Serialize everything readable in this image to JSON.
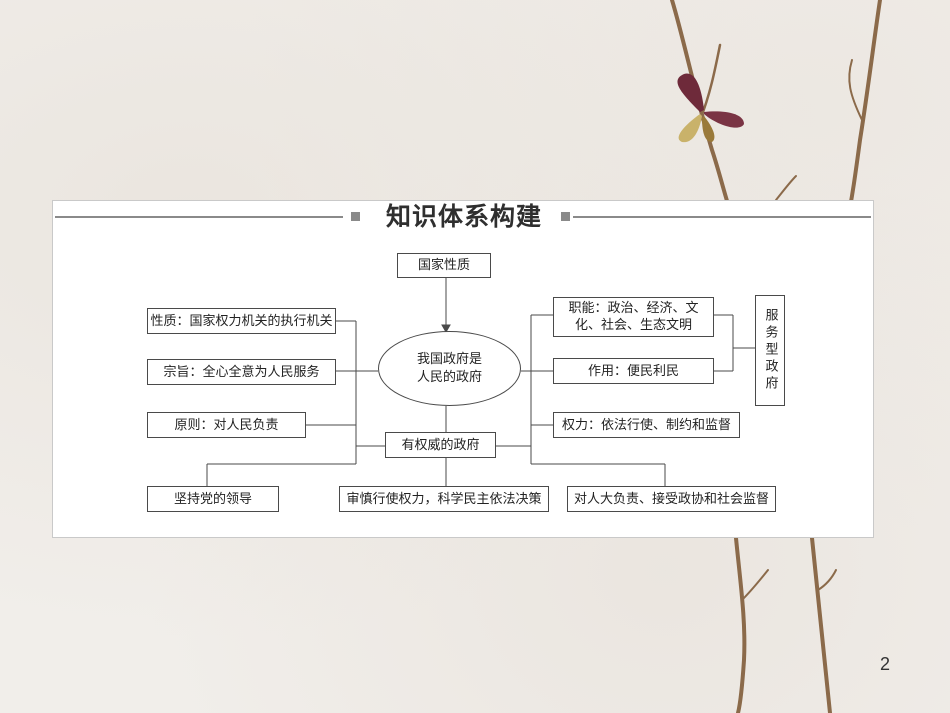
{
  "title": "知识体系构建",
  "nodes": {
    "national_nature": "国家性质",
    "center_line1": "我国政府是",
    "center_line2": "人民的政府",
    "nature": "性质：国家权力机关的执行机关",
    "purpose": "宗旨：全心全意为人民服务",
    "principle": "原则：对人民负责",
    "authority": "有权威的政府",
    "functions": "职能：政治、经济、文化、社会、生态文明",
    "role": "作用：便民利民",
    "power": "权力：依法行使、制约和监督",
    "service_gov": "服务型政府",
    "party": "坚持党的领导",
    "decision": "审慎行使权力，科学民主依法决策",
    "supervision": "对人大负责、接受政协和社会监督"
  },
  "page_number": "2",
  "colors": {
    "background": "#f1eeea",
    "panel": "#ffffff",
    "line": "#4a4a4a",
    "branch": "#8b6a4a"
  }
}
